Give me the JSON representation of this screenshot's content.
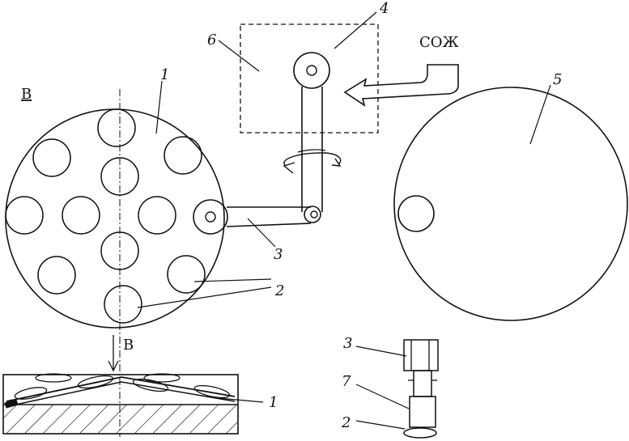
{
  "labels": {
    "disk_holder": "1",
    "workpiece": "2",
    "arm": "3",
    "spindle": "4",
    "lap_disk": "5",
    "housing": "6",
    "clamp": "7",
    "view_mark": "В",
    "view_arrow": "В",
    "coolant": "СОЖ",
    "section_workpiece": "1",
    "detail_arm": "3",
    "detail_clamp": "7",
    "detail_workpiece": "2"
  }
}
